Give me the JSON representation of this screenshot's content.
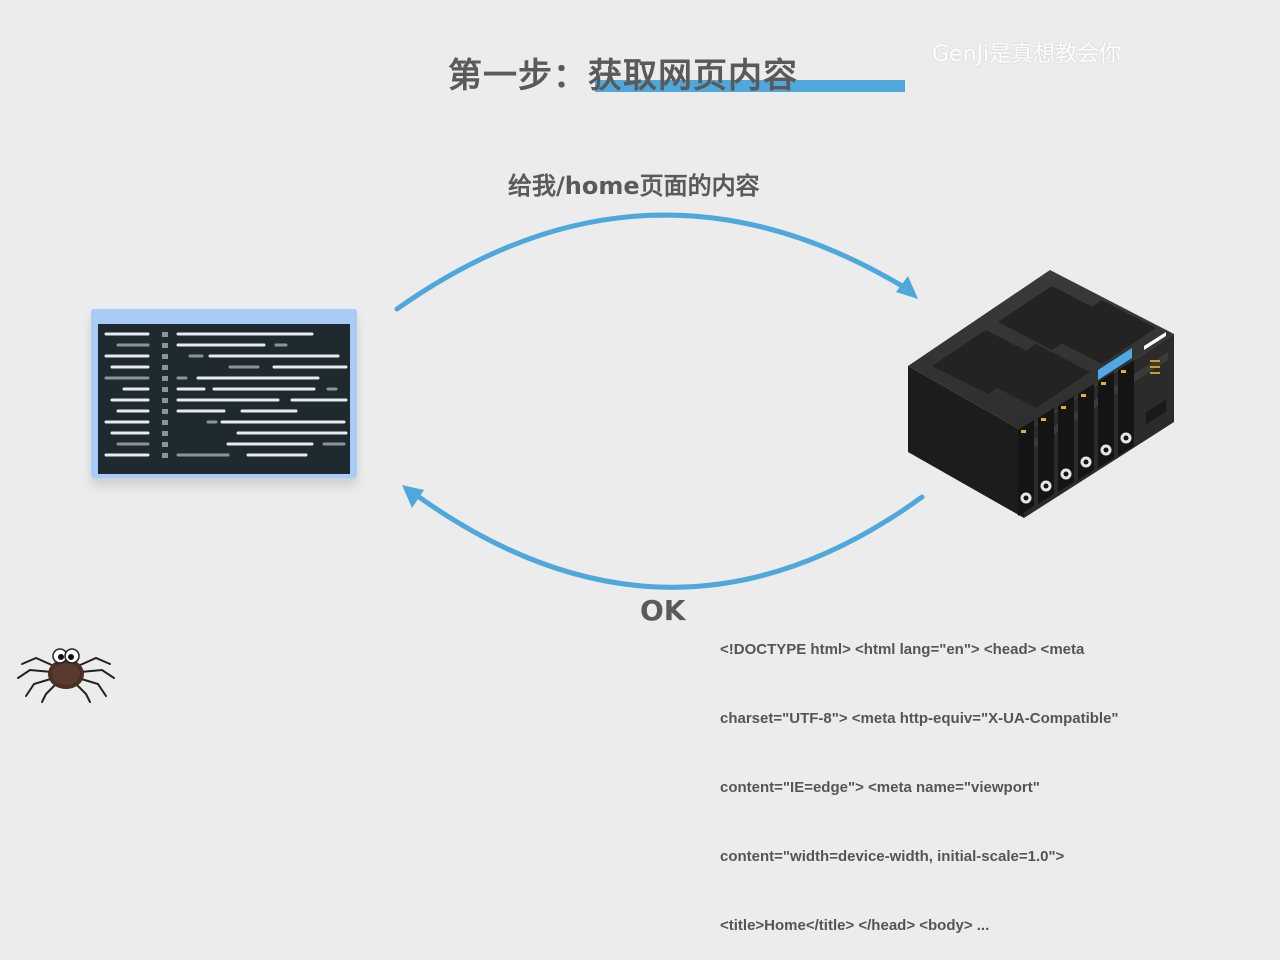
{
  "slide": {
    "title": "第一步：获取网页内容",
    "watermark": "GenJi是真想教会你"
  },
  "request": {
    "label": "给我/home页面的内容"
  },
  "response": {
    "status": "OK",
    "body_lines": [
      "<!DOCTYPE html> <html lang=\"en\"> <head> <meta",
      "charset=\"UTF-8\"> <meta http-equiv=\"X-UA-Compatible\"",
      "content=\"IE=edge\"> <meta name=\"viewport\"",
      "content=\"width=device-width, initial-scale=1.0\">",
      "<title>Home</title> </head> <body> ..."
    ]
  },
  "colors": {
    "background": "#ececec",
    "accent": "#4fa8dc",
    "text": "#5a5a5a",
    "code_window_frame": "#a9ccf7",
    "code_screen": "#1f2a30",
    "server_body": "#2b2b2b",
    "server_display": "#4fa8e8"
  },
  "icons": {
    "client": "code-editor-window-icon",
    "server": "server-nas-icon",
    "crawler": "spider-icon"
  }
}
